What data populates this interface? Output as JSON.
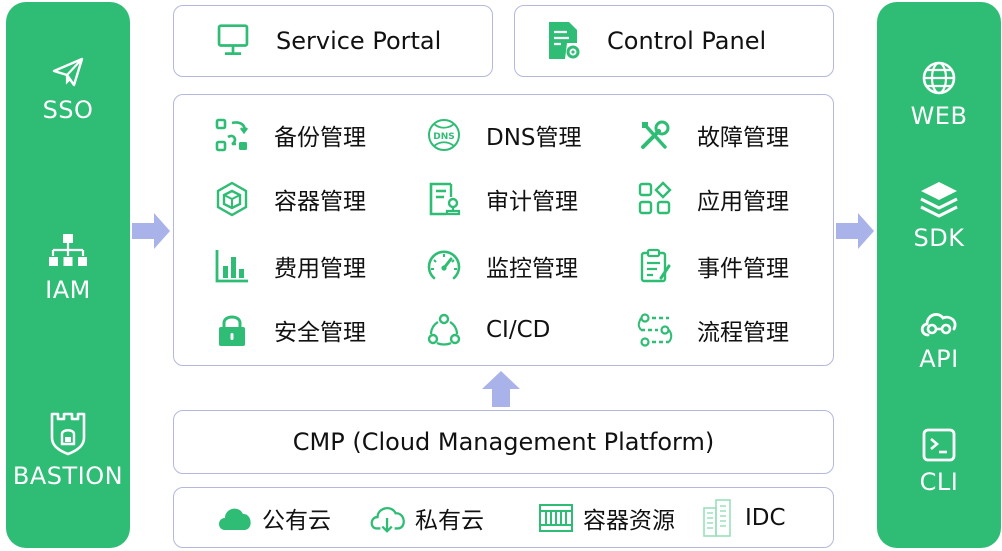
{
  "colors": {
    "green": "#2fbd75",
    "border": "#b3b8de",
    "arrow": "#a9b3ea"
  },
  "left_panel": {
    "items": [
      {
        "label": "SSO",
        "icon": "paper-plane-icon"
      },
      {
        "label": "IAM",
        "icon": "org-chart-icon"
      },
      {
        "label": "BASTION",
        "icon": "fortress-shield-icon"
      }
    ]
  },
  "right_panel": {
    "items": [
      {
        "label": "WEB",
        "icon": "globe-icon"
      },
      {
        "label": "SDK",
        "icon": "layers-icon"
      },
      {
        "label": "API",
        "icon": "cloud-link-icon"
      },
      {
        "label": "CLI",
        "icon": "terminal-icon"
      }
    ]
  },
  "top": {
    "service_portal": "Service Portal",
    "control_panel": "Control Panel"
  },
  "modules": [
    {
      "label": "备份管理",
      "icon": "backup-icon"
    },
    {
      "label": "DNS管理",
      "icon": "dns-icon"
    },
    {
      "label": "故障管理",
      "icon": "tools-icon"
    },
    {
      "label": "容器管理",
      "icon": "container-icon"
    },
    {
      "label": "审计管理",
      "icon": "audit-icon"
    },
    {
      "label": "应用管理",
      "icon": "apps-icon"
    },
    {
      "label": "费用管理",
      "icon": "cost-chart-icon"
    },
    {
      "label": "监控管理",
      "icon": "gauge-icon"
    },
    {
      "label": "事件管理",
      "icon": "clipboard-icon"
    },
    {
      "label": "安全管理",
      "icon": "lock-icon"
    },
    {
      "label": "CI/CD",
      "icon": "cicd-cycle-icon"
    },
    {
      "label": "流程管理",
      "icon": "workflow-icon"
    }
  ],
  "cmp": {
    "label": "CMP (Cloud Management Platform)"
  },
  "infra": [
    {
      "label": "公有云",
      "icon": "public-cloud-icon"
    },
    {
      "label": "私有云",
      "icon": "private-cloud-icon"
    },
    {
      "label": "容器资源",
      "icon": "container-resource-icon"
    },
    {
      "label": "IDC",
      "icon": "datacenter-icon"
    }
  ]
}
